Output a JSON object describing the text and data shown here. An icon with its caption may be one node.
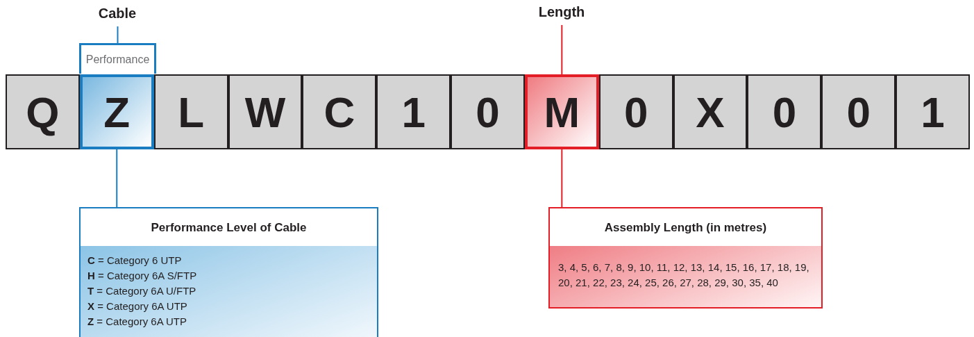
{
  "diagram": {
    "nodes": [
      {
        "text": [
          "Cable"
        ]
      },
      {
        "text": [
          "Performance"
        ]
      },
      {
        "text": [
          "Q"
        ]
      },
      {
        "text": [
          "Z"
        ]
      },
      {
        "text": [
          "L"
        ]
      },
      {
        "text": [
          "W"
        ]
      },
      {
        "text": [
          "C"
        ]
      },
      {
        "text": [
          "1"
        ]
      },
      {
        "text": [
          "0"
        ]
      },
      {
        "text": [
          "M"
        ]
      },
      {
        "text": [
          "0"
        ]
      },
      {
        "text": [
          "X"
        ]
      },
      {
        "text": [
          "0"
        ]
      },
      {
        "text": [
          "0"
        ]
      },
      {
        "text": [
          "1"
        ]
      },
      {
        "text": [
          "Length"
        ]
      },
      {
        "text": [
          "Performance Level of Cable",
          "**C** = Category 6 UTP",
          "**H** = Category 6A S/FTP",
          "**T** = Category 6A U/FTP",
          "**X** = Category 6A UTP",
          "**Z** = Category 6A UTP"
        ]
      },
      {
        "text": [
          "Assembly Length (in metres)",
          "3, 4, 5, 6, 7, 8, 9, 10, 11, 12, 13, 14, 15, 16, 17, 18, 19, 20, 21, 22, 23, 24, 25, 26, 27, 28, 29, 30, 35, 40"
        ]
      }
    ],
    "edges": [
      {
        "from": 0,
        "to": 1,
        "arrow": "none",
        "color": "#1a7cc1"
      },
      {
        "from": 15,
        "to": 9,
        "arrow": "none",
        "color": "#e31e26"
      },
      {
        "from": 3,
        "to": 16,
        "arrow": "none",
        "color": "#1a7cc1"
      },
      {
        "from": 9,
        "to": 17,
        "arrow": "none",
        "color": "#e31e26"
      }
    ]
  }
}
